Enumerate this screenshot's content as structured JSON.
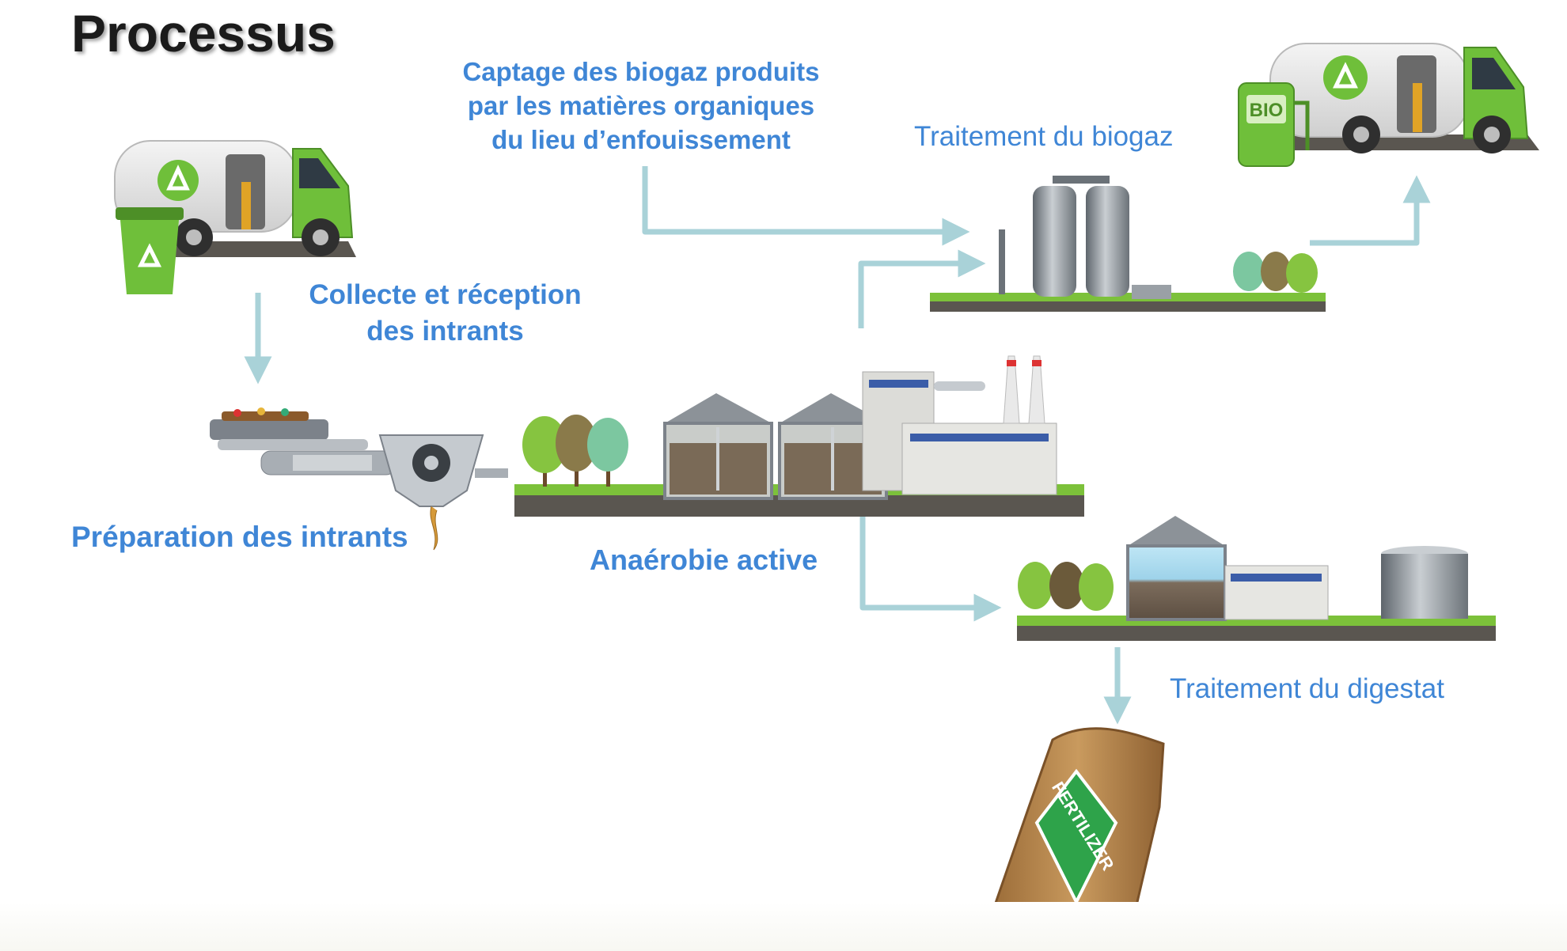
{
  "title": "Processus",
  "labels": {
    "captage": [
      "Captage des biogaz produits",
      "par les matières organiques",
      "du lieu d’enfouissement"
    ],
    "traitement_biogaz": "Traitement du biogaz",
    "collecte": [
      "Collecte et réception",
      "des intrants"
    ],
    "preparation": "Préparation des intrants",
    "anaerobie": "Anaérobie active",
    "traitement_digestat": "Traitement du digestat"
  },
  "illustration_text": {
    "bio_pump": "BIO",
    "fertilizer_bag": "FERTILIZER"
  },
  "colors": {
    "label_blue": "#3f86d6",
    "arrow": "#a9d2d8",
    "truck_green": "#6fbf3a",
    "ground": "#5a5650",
    "grass": "#7cc13a",
    "tree_green": "#86c440",
    "tank_grey": "#8c9298",
    "bag_brown": "#b8864d"
  }
}
